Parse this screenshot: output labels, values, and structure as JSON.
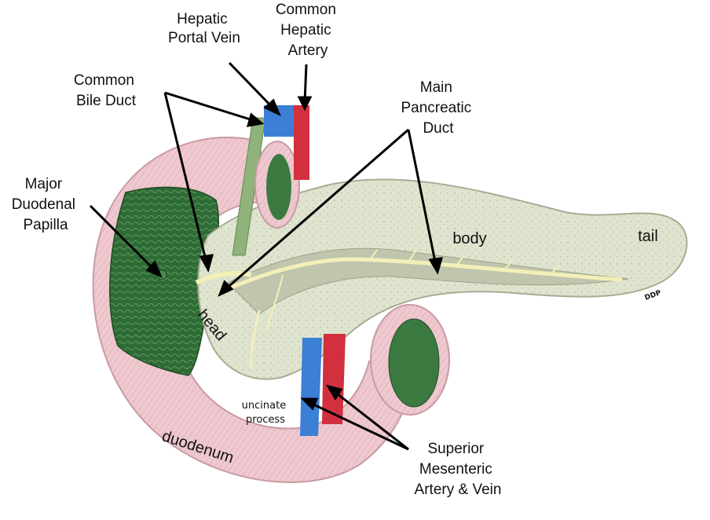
{
  "labels": {
    "hepatic_portal_vein": [
      "Hepatic",
      "Portal Vein"
    ],
    "common_hepatic_artery": [
      "Common",
      "Hepatic",
      "Artery"
    ],
    "common_bile_duct": [
      "Common",
      "Bile Duct"
    ],
    "main_pancreatic_duct": [
      "Main",
      "Pancreatic",
      "Duct"
    ],
    "major_duodenal_papilla": [
      "Major",
      "Duodenal",
      "Papilla"
    ],
    "superior_mesenteric": [
      "Superior",
      "Mesenteric",
      "Artery & Vein"
    ],
    "body": "body",
    "tail": "tail",
    "head": "head",
    "uncinate_process": [
      "uncinate",
      "process"
    ],
    "duodenum": "duodenum",
    "signature": "DDP"
  },
  "colors": {
    "duodenum_pink": "#efc9cf",
    "duodenum_line": "#c99aa3",
    "duodenum_mucosa": "#2f6b35",
    "pancreas": "#dfe4cf",
    "pancreas_shadow": "#c3c9b1",
    "duct": "#f3efb8",
    "vein_blue": "#3b7fd6",
    "artery_red": "#d2303f",
    "bile_green": "#8fb37a",
    "jejunum_lumen": "#3a7a40"
  }
}
